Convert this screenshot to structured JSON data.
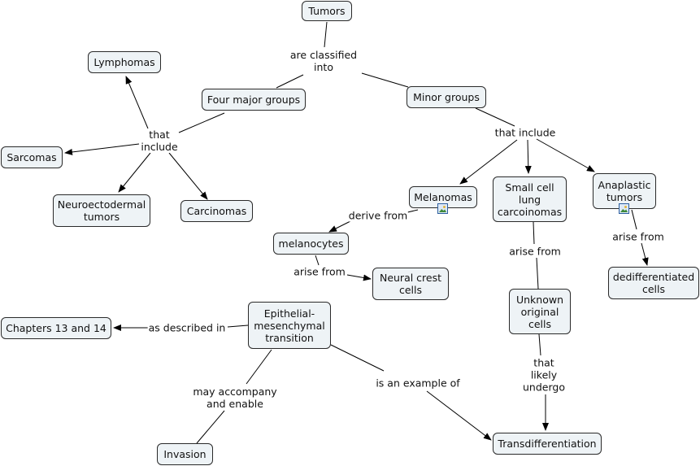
{
  "nodes": {
    "tumors": "Tumors",
    "four_major_groups": "Four major groups",
    "minor_groups": "Minor groups",
    "lymphomas": "Lymphomas",
    "sarcomas": "Sarcomas",
    "neuroectodermal_tumors": "Neuroectodermal\ntumors",
    "carcinomas": "Carcinomas",
    "melanomas": "Melanomas",
    "small_cell_lung": "Small cell\nlung\ncarcoinomas",
    "anaplastic_tumors": "Anaplastic\ntumors",
    "melanocytes": "melanocytes",
    "neural_crest_cells": "Neural crest\ncells",
    "dedifferentiated_cells": "dedifferentiated\ncells",
    "unknown_original_cells": "Unknown\noriginal\ncells",
    "chapters": "Chapters 13 and 14",
    "emt": "Epithelial-\nmesenchymal\ntransition",
    "invasion": "Invasion",
    "transdifferentiation": "Transdifferentiation"
  },
  "links": {
    "classified_into": "are classified\ninto",
    "that_include_major": "that\ninclude",
    "that_include_minor": "that include",
    "derive_from": "derive from",
    "arise_from_melanocytes": "arise from",
    "arise_from_small_cell": "arise from",
    "arise_from_anaplastic": "arise from",
    "that_likely_undergo": "that\nlikely\nundergo",
    "as_described_in": "as described in",
    "may_accompany": "may accompany\nand enable",
    "is_an_example_of": "is an example of"
  },
  "icons": [
    "image-icon"
  ]
}
